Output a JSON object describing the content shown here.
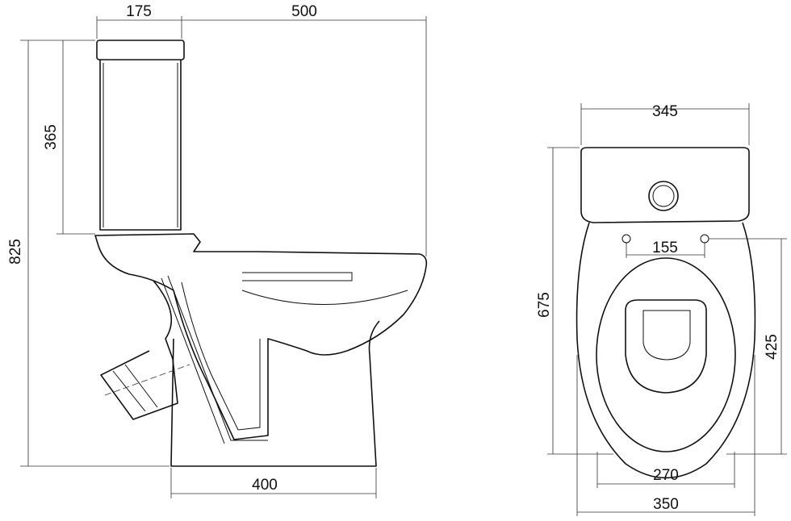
{
  "side_view": {
    "dims": {
      "tank_depth": "175",
      "total_depth": "500",
      "tank_height": "365",
      "total_height": "825",
      "base_width": "400"
    }
  },
  "top_view": {
    "dims": {
      "tank_width": "345",
      "bolt_spacing": "155",
      "total_length": "675",
      "bowl_length": "425",
      "inner_width": "270",
      "total_width": "350"
    }
  },
  "colors": {
    "line": "#111111",
    "background": "#ffffff"
  }
}
